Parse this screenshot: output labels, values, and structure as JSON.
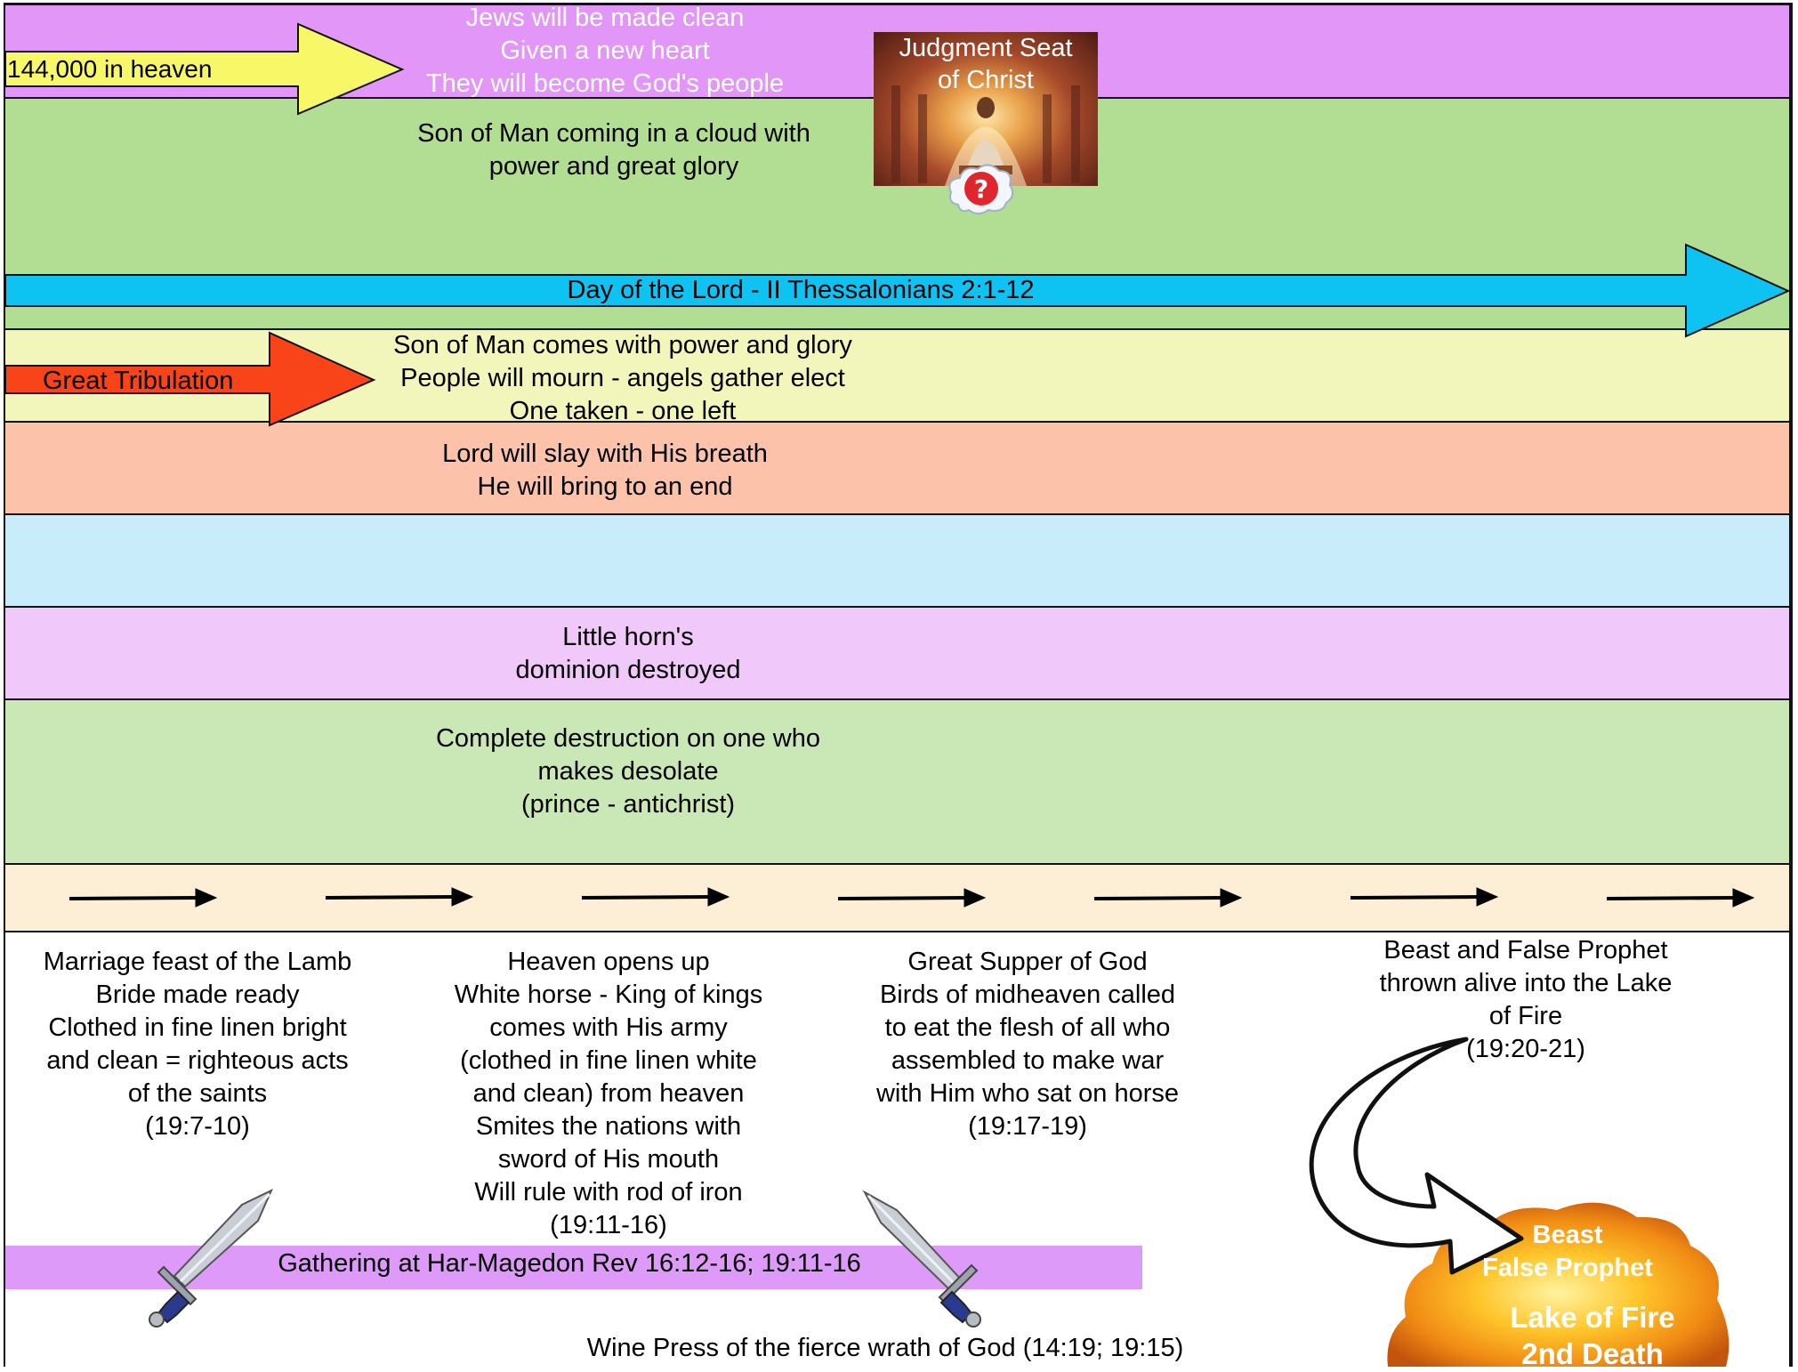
{
  "colors": {
    "band_purple": "#e296f7",
    "band_green": "#b1de92",
    "band_yellow": "#f3f6bb",
    "band_salmon": "#fcc2aa",
    "band_blue": "#c9ecfb",
    "band_lilac": "#f0c8f9",
    "band_lightgreen": "#cae8b5",
    "band_cream": "#fdefd6",
    "arrow_yellow": "#f8f767",
    "arrow_cyan": "#0ec2f1",
    "arrow_red": "#f9441a",
    "gathering_bar": "#dd9af8"
  },
  "bands": {
    "jews": {
      "label": "144,000 in heaven",
      "text": "Jews will be made clean\nGiven a new heart\nThey will become God's people"
    },
    "judgment_seat": {
      "label": "Judgment Seat\nof Christ",
      "icon": "question-cloud-icon"
    },
    "son_cloud": {
      "text": "Son of Man coming in a cloud with\npower and great glory"
    },
    "day_of_lord": {
      "label": "Day of the Lord - II Thessalonians 2:1-12"
    },
    "tribulation": {
      "label": "Great Tribulation",
      "text": "Son of Man comes with power and glory\nPeople will mourn - angels gather elect\nOne taken - one left"
    },
    "slay": {
      "text": "Lord will slay with His breath\nHe will bring to an end"
    },
    "horn": {
      "text": "Little horn's\ndominion destroyed"
    },
    "destruction": {
      "text": "Complete destruction on one who\nmakes desolate\n(prince - antichrist)"
    }
  },
  "events": [
    {
      "text": "Marriage feast of the Lamb\nBride made ready\nClothed in fine linen bright\nand clean = righteous acts\nof the saints\n(19:7-10)"
    },
    {
      "text": "Heaven opens up\nWhite horse - King of kings\ncomes with His army\n(clothed in fine linen white\nand clean) from heaven\nSmites the nations with\nsword of His mouth\nWill rule with rod of iron\n(19:11-16)"
    },
    {
      "text": "Great Supper of God\nBirds of midheaven called\nto eat the flesh of all who\nassembled to make war\nwith Him who sat on horse\n(19:17-19)"
    },
    {
      "text": "Beast and False Prophet\nthrown alive into the Lake\nof Fire\n(19:20-21)"
    }
  ],
  "gathering": {
    "label": "Gathering at Har-Magedon Rev 16:12-16; 19:11-16"
  },
  "wine_press": {
    "label": "Wine Press of the fierce wrath of God (14:19; 19:15)"
  },
  "lake_of_fire": {
    "names": "Beast\nFalse Prophet",
    "title": "Lake of Fire\n2nd Death"
  }
}
